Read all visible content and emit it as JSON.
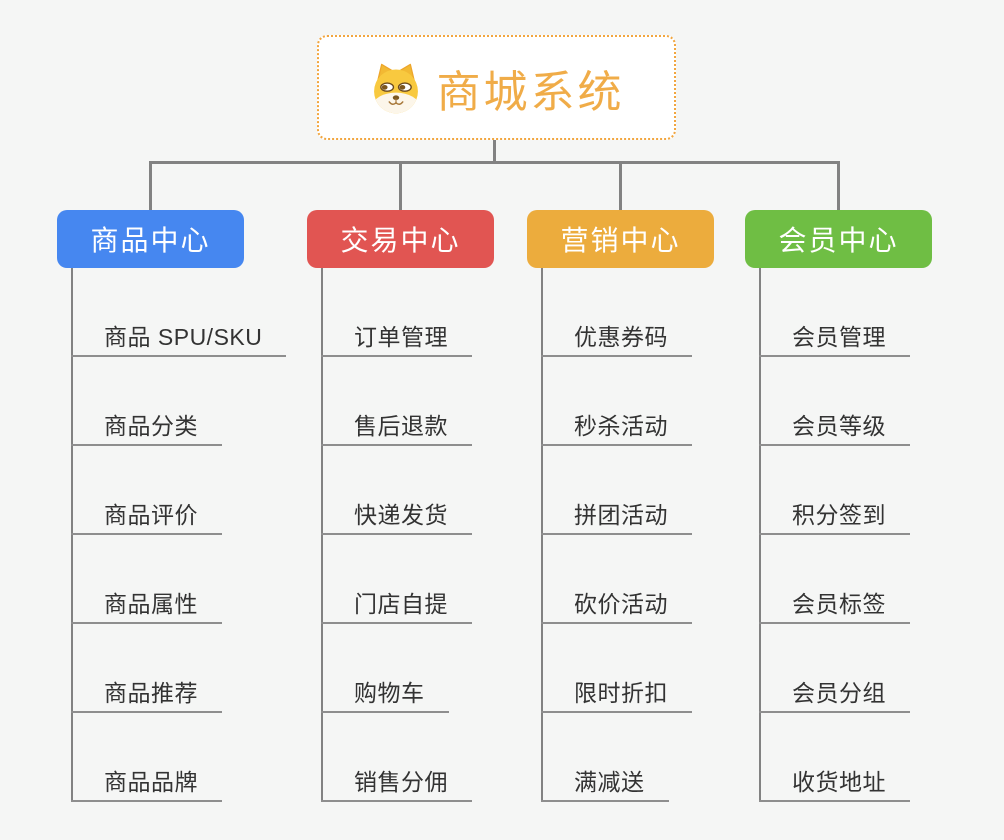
{
  "root": {
    "title": "商城系统",
    "icon": "doge-face-icon"
  },
  "branches": [
    {
      "label": "商品中心",
      "color": "#4687F0",
      "children": [
        "商品 SPU/SKU",
        "商品分类",
        "商品评价",
        "商品属性",
        "商品推荐",
        "商品品牌"
      ]
    },
    {
      "label": "交易中心",
      "color": "#E15552",
      "children": [
        "订单管理",
        "售后退款",
        "快递发货",
        "门店自提",
        "购物车",
        "销售分佣"
      ]
    },
    {
      "label": "营销中心",
      "color": "#ECAC3D",
      "children": [
        "优惠券码",
        "秒杀活动",
        "拼团活动",
        "砍价活动",
        "限时折扣",
        "满减送"
      ]
    },
    {
      "label": "会员中心",
      "color": "#6FBE44",
      "children": [
        "会员管理",
        "会员等级",
        "积分签到",
        "会员标签",
        "会员分组",
        "收货地址"
      ]
    }
  ],
  "style_colors": {
    "background": "#F5F6F5",
    "root_title": "#F0AC48",
    "root_border": "#F2A63F",
    "connector": "#828282",
    "branch_text": "#FFFFFF",
    "leaf_text": "#333333",
    "leaf_underline": "#8E8E8E"
  }
}
